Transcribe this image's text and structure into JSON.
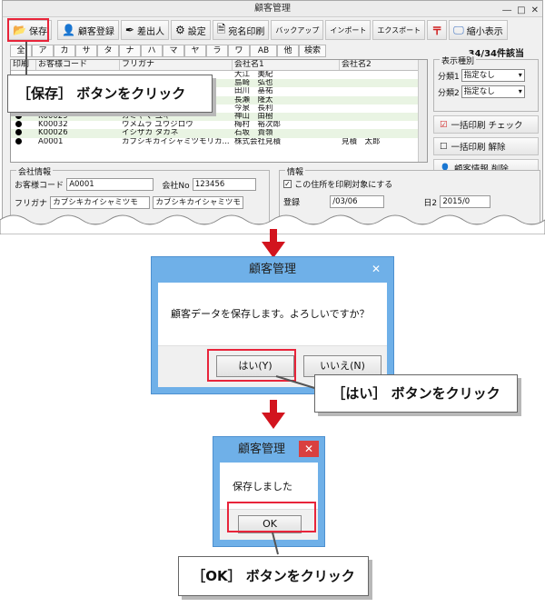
{
  "app_title": "顧客管理",
  "toolbar": {
    "save": "保存",
    "customer_register": "顧客登録",
    "sender": "差出人",
    "settings": "設定",
    "address_print": "宛名印刷",
    "backup": "バックアップ",
    "import": "インポート",
    "export": "エクスポート",
    "minimize": "縮小表示"
  },
  "kana_tabs": [
    "全",
    "ア",
    "カ",
    "サ",
    "タ",
    "ナ",
    "ハ",
    "マ",
    "ヤ",
    "ラ",
    "ワ",
    "AB",
    "他",
    "検索"
  ],
  "record_count": "34/34件該当",
  "grid": {
    "headers": [
      "印刷",
      "お客様コード",
      "フリガナ",
      "会社名1",
      "会社名2"
    ],
    "rows": [
      {
        "code": "",
        "kana": "",
        "company": "大江　美紀",
        "company2": ""
      },
      {
        "code": "",
        "kana": "",
        "company": "島崎　弘也",
        "company2": ""
      },
      {
        "code": "",
        "kana": "",
        "company": "田川　基祐",
        "company2": ""
      },
      {
        "code": "",
        "kana": "",
        "company": "長瀬　隆太",
        "company2": ""
      },
      {
        "code": "",
        "kana": "",
        "company": "今泉　長利",
        "company2": ""
      },
      {
        "code": "K00029",
        "kana": "カミヤマ ユキ",
        "company": "神山　由樹",
        "company2": ""
      },
      {
        "code": "K00032",
        "kana": "ウメムラ ユウジロウ",
        "company": "梅村　裕次郎",
        "company2": ""
      },
      {
        "code": "K00026",
        "kana": "イシザカ タカネ",
        "company": "石坂　貴嶺",
        "company2": ""
      },
      {
        "code": "A0001",
        "kana": "カブシキカイシャミツモリカ...",
        "company": "株式会社見積",
        "company2": "見積　太郎"
      }
    ]
  },
  "side_panel": {
    "group_label": "表示種別",
    "class1_label": "分類1",
    "class1_value": "指定なし",
    "class2_label": "分類2",
    "class2_value": "指定なし",
    "bulk_print_check": "一括印刷 チェック",
    "bulk_print_clear": "一括印刷 解除",
    "delete_customer": "顧客情報 削除"
  },
  "company_info": {
    "group_label": "会社情報",
    "customer_code_label": "お客様コード",
    "customer_code_value": "A0001",
    "company_no_label": "会社No",
    "company_no_value": "123456",
    "kana_label": "フリガナ",
    "kana_value": "カブシキカイシャミツモ",
    "kana_value2": "カブシキカイシャミツモ"
  },
  "info": {
    "group_label": "情報",
    "print_check": "この住所を印刷対象にする",
    "register_label": "登録",
    "register_value": "/03/06",
    "date2_label": "日2",
    "date2_value": "2015/0"
  },
  "callouts": {
    "save": "［保存］ ボタンをクリック",
    "yes": "［はい］ ボタンをクリック",
    "ok": "［OK］ ボタンをクリック"
  },
  "confirm_dialog": {
    "title": "顧客管理",
    "message": "顧客データを保存します。よろしいですか？",
    "yes": "はい(Y)",
    "no": "いいえ(N)",
    "close": "✕"
  },
  "done_dialog": {
    "title": "顧客管理",
    "message": "保存しました",
    "ok": "OK",
    "close": "✕"
  },
  "colors": {
    "highlight": "#e8243a",
    "dialog_frame": "#6fb0e8",
    "row_alt": "#e9f4e3",
    "arrow": "#d2141e"
  }
}
